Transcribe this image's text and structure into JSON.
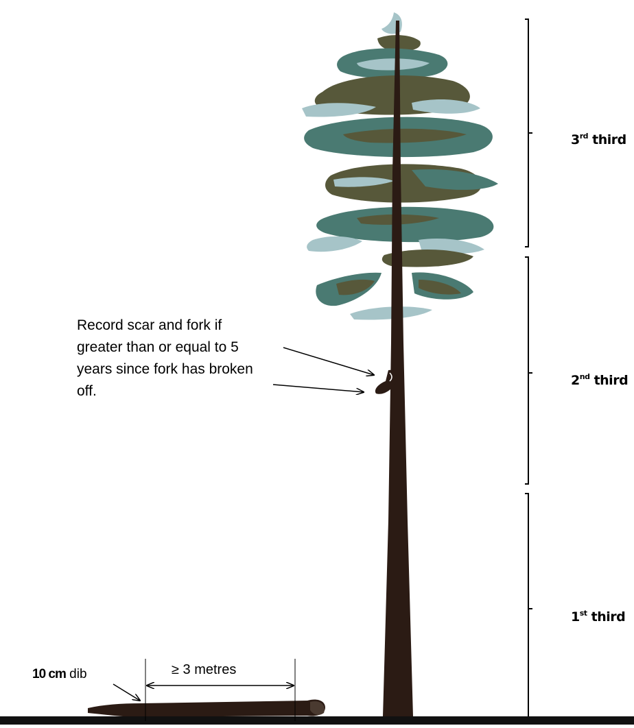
{
  "annotation": {
    "text": "Record scar and fork if greater than or equal to 5 years since fork has broken off."
  },
  "thirds": [
    {
      "num": "3",
      "sup": "rd",
      "word": "third"
    },
    {
      "num": "2",
      "sup": "nd",
      "word": "third"
    },
    {
      "num": "1",
      "sup": "st",
      "word": "third"
    }
  ],
  "log": {
    "dib_bold": "10 cm",
    "dib_rest": "dib",
    "length_label": "≥ 3 metres"
  },
  "colors": {
    "trunk": "#2b1b14",
    "foliage_dark": "#57583a",
    "foliage_mid": "#4a7a72",
    "foliage_light": "#a6c4c8",
    "ground": "#111111"
  }
}
